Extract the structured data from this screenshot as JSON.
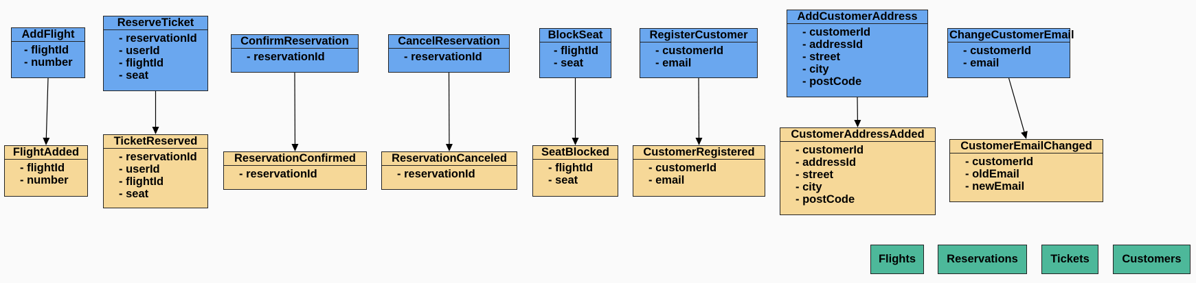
{
  "commands": [
    {
      "id": "c0",
      "title": "AddFlight",
      "fields": [
        "flightId",
        "number"
      ]
    },
    {
      "id": "c1",
      "title": "ReserveTicket",
      "fields": [
        "reservationId",
        "userId",
        "flightId",
        "seat"
      ]
    },
    {
      "id": "c2",
      "title": "ConfirmReservation",
      "fields": [
        "reservationId"
      ]
    },
    {
      "id": "c3",
      "title": "CancelReservation",
      "fields": [
        "reservationId"
      ]
    },
    {
      "id": "c4",
      "title": "BlockSeat",
      "fields": [
        "flightId",
        "seat"
      ]
    },
    {
      "id": "c5",
      "title": "RegisterCustomer",
      "fields": [
        "customerId",
        "email"
      ]
    },
    {
      "id": "c6",
      "title": "AddCustomerAddress",
      "fields": [
        "customerId",
        "addressId",
        "street",
        "city",
        "postCode"
      ]
    },
    {
      "id": "c7",
      "title": "ChangeCustomerEmail",
      "fields": [
        "customerId",
        "email"
      ]
    }
  ],
  "events": [
    {
      "id": "e0",
      "title": "FlightAdded",
      "fields": [
        "flightId",
        "number"
      ]
    },
    {
      "id": "e1",
      "title": "TicketReserved",
      "fields": [
        "reservationId",
        "userId",
        "flightId",
        "seat"
      ]
    },
    {
      "id": "e2",
      "title": "ReservationConfirmed",
      "fields": [
        "reservationId"
      ]
    },
    {
      "id": "e3",
      "title": "ReservationCanceled",
      "fields": [
        "reservationId"
      ]
    },
    {
      "id": "e4",
      "title": "SeatBlocked",
      "fields": [
        "flightId",
        "seat"
      ]
    },
    {
      "id": "e5",
      "title": "CustomerRegistered",
      "fields": [
        "customerId",
        "email"
      ]
    },
    {
      "id": "e6",
      "title": "CustomerAddressAdded",
      "fields": [
        "customerId",
        "addressId",
        "street",
        "city",
        "postCode"
      ]
    },
    {
      "id": "e7",
      "title": "CustomerEmailChanged",
      "fields": [
        "customerId",
        "oldEmail",
        "newEmail"
      ]
    }
  ],
  "edges": [
    {
      "from": "c0",
      "to": "e0"
    },
    {
      "from": "c1",
      "to": "e1"
    },
    {
      "from": "c2",
      "to": "e2"
    },
    {
      "from": "c3",
      "to": "e3"
    },
    {
      "from": "c4",
      "to": "e4"
    },
    {
      "from": "c5",
      "to": "e5"
    },
    {
      "from": "c6",
      "to": "e6"
    },
    {
      "from": "c7",
      "to": "e7"
    }
  ],
  "legend": [
    "Flights",
    "Reservations",
    "Tickets",
    "Customers"
  ],
  "colors": {
    "command": "#6aa7ef",
    "event": "#f6d898",
    "legend": "#4db89a"
  }
}
